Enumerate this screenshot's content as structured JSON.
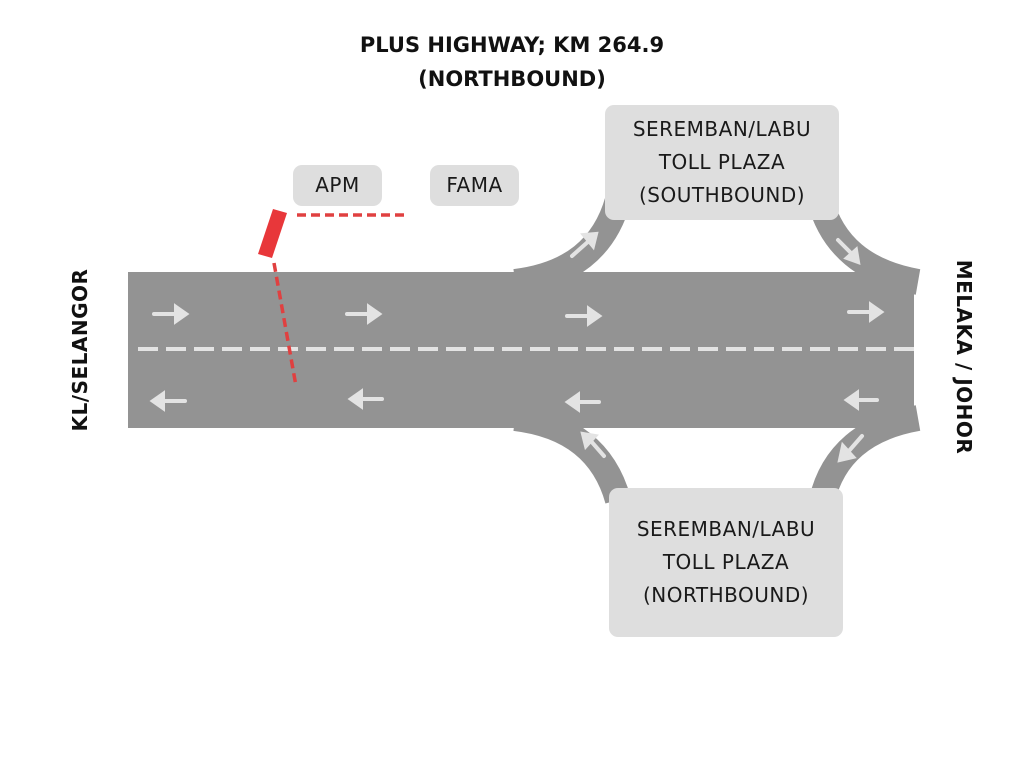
{
  "title": {
    "line1": "PLUS HIGHWAY; KM 264.9",
    "line2": "(NORTHBOUND)"
  },
  "labels": {
    "apm": "APM",
    "fama": "FAMA",
    "toll_south": {
      "line1": "SEREMBAN/LABU",
      "line2": "TOLL PLAZA",
      "line3": "(SOUTHBOUND)"
    },
    "toll_north": {
      "line1": "SEREMBAN/LABU",
      "line2": "TOLL PLAZA",
      "line3": "(NORTHBOUND)"
    },
    "west": "KL/SELANGOR",
    "east": "MELAKA / JOHOR"
  },
  "colors": {
    "road": "#939393",
    "marking": "#e3e3e3",
    "accident": "#e8373a",
    "label_bg": "#dedede"
  }
}
